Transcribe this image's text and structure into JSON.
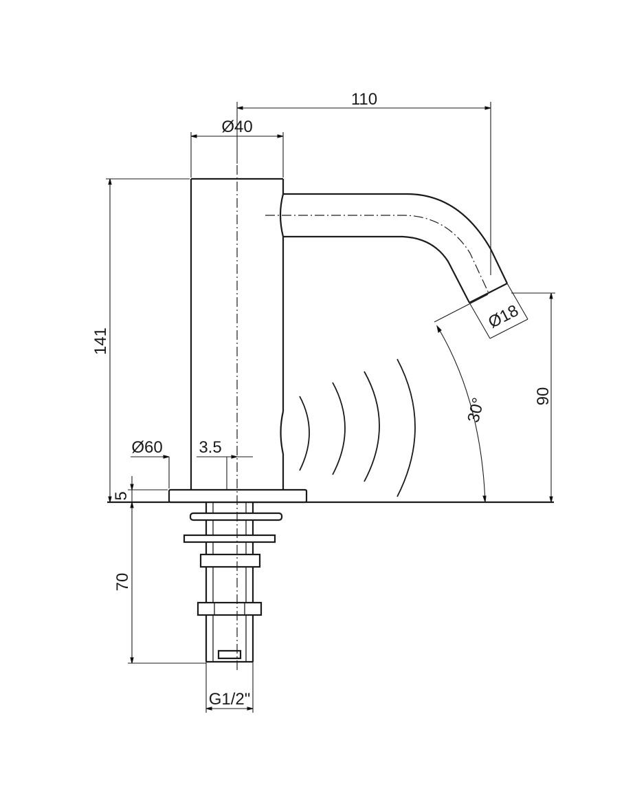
{
  "dimensions": {
    "spout_reach": "110",
    "body_diameter": "Ø40",
    "total_height": "141",
    "outlet_diameter": "Ø18",
    "sensor_angle": "30°",
    "outlet_height": "90",
    "base_diameter": "Ø60",
    "axis_offset": "3.5",
    "base_thickness": "5",
    "shank_length": "70",
    "thread_size": "G1/2\""
  }
}
